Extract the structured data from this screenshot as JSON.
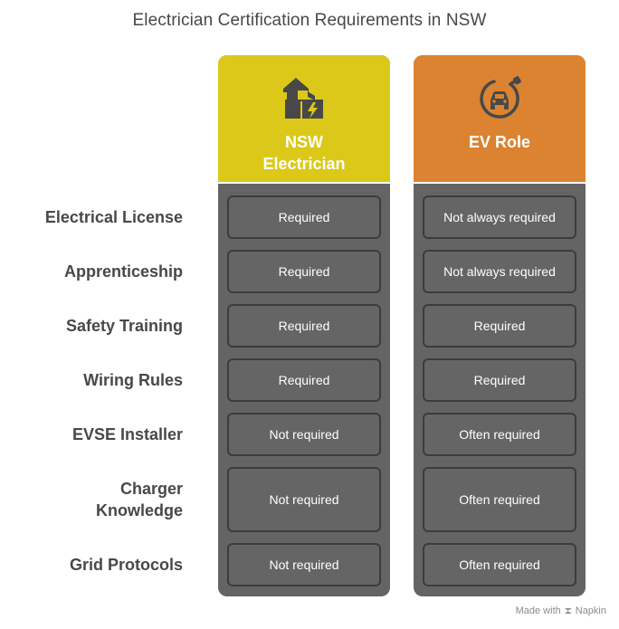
{
  "title": "Electrician Certification Requirements in NSW",
  "rows": [
    {
      "label_lines": [
        "Electrical License"
      ]
    },
    {
      "label_lines": [
        "Apprenticeship"
      ]
    },
    {
      "label_lines": [
        "Safety Training"
      ]
    },
    {
      "label_lines": [
        "Wiring Rules"
      ]
    },
    {
      "label_lines": [
        "EVSE Installer"
      ]
    },
    {
      "label_lines": [
        "Charger",
        "Knowledge"
      ]
    },
    {
      "label_lines": [
        "Grid Protocols"
      ]
    }
  ],
  "columns": [
    {
      "title_lines": [
        "NSW",
        "Electrician"
      ],
      "color": "#DCC818",
      "icon": "house-lightning-icon",
      "cells": [
        "Required",
        "Required",
        "Required",
        "Required",
        "Not required",
        "Not required",
        "Not required"
      ]
    },
    {
      "title_lines": [
        "EV Role"
      ],
      "color": "#DB8331",
      "icon": "ev-charging-car-icon",
      "cells": [
        "Not always required",
        "Not always required",
        "Required",
        "Required",
        "Often required",
        "Often required",
        "Often required"
      ]
    }
  ],
  "footer": {
    "made_with": "Made with",
    "brand": "Napkin"
  }
}
